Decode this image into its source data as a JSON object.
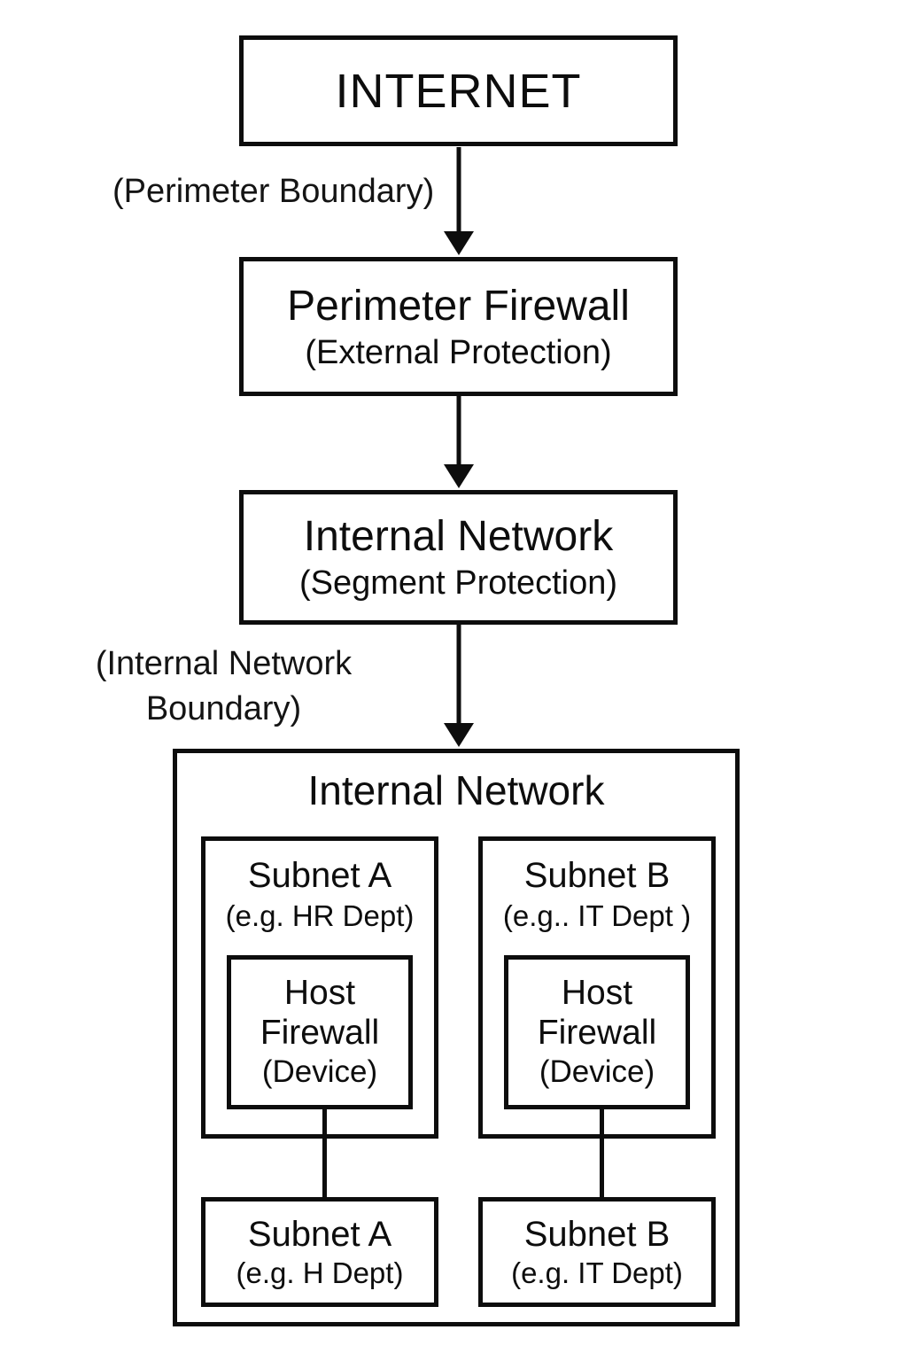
{
  "diagram": {
    "colors": {
      "background": "#ffffff",
      "stroke": "#0d0d0d",
      "text": "#0d0d0d"
    },
    "internet": {
      "title": "INTERNET"
    },
    "labels": {
      "perimeter_boundary": "(Perimeter Boundary)",
      "internal_boundary": {
        "lines": [
          "(Internal Network",
          "Boundary)"
        ]
      }
    },
    "perimeter_firewall": {
      "title": "Perimeter Firewall",
      "subtitle": "(External Protection)"
    },
    "internal_network_node": {
      "title": "Internal Network",
      "subtitle": "(Segment Protection)"
    },
    "zone": {
      "title": "Internal Network",
      "subnet_a": {
        "title": "Subnet A",
        "subtitle": "(e.g. HR Dept)"
      },
      "subnet_b": {
        "title": "Subnet B",
        "subtitle": "(e.g.. IT Dept )"
      },
      "host_firewall_a": {
        "title": "Host Firewall",
        "subtitle": "(Device)"
      },
      "host_firewall_b": {
        "title": "Host Firewall",
        "subtitle": "(Device)"
      },
      "subnet_a_lower": {
        "title": "Subnet A",
        "subtitle": "(e.g. H Dept)"
      },
      "subnet_b_lower": {
        "title": "Subnet B",
        "subtitle": "(e.g. IT Dept)"
      }
    }
  }
}
